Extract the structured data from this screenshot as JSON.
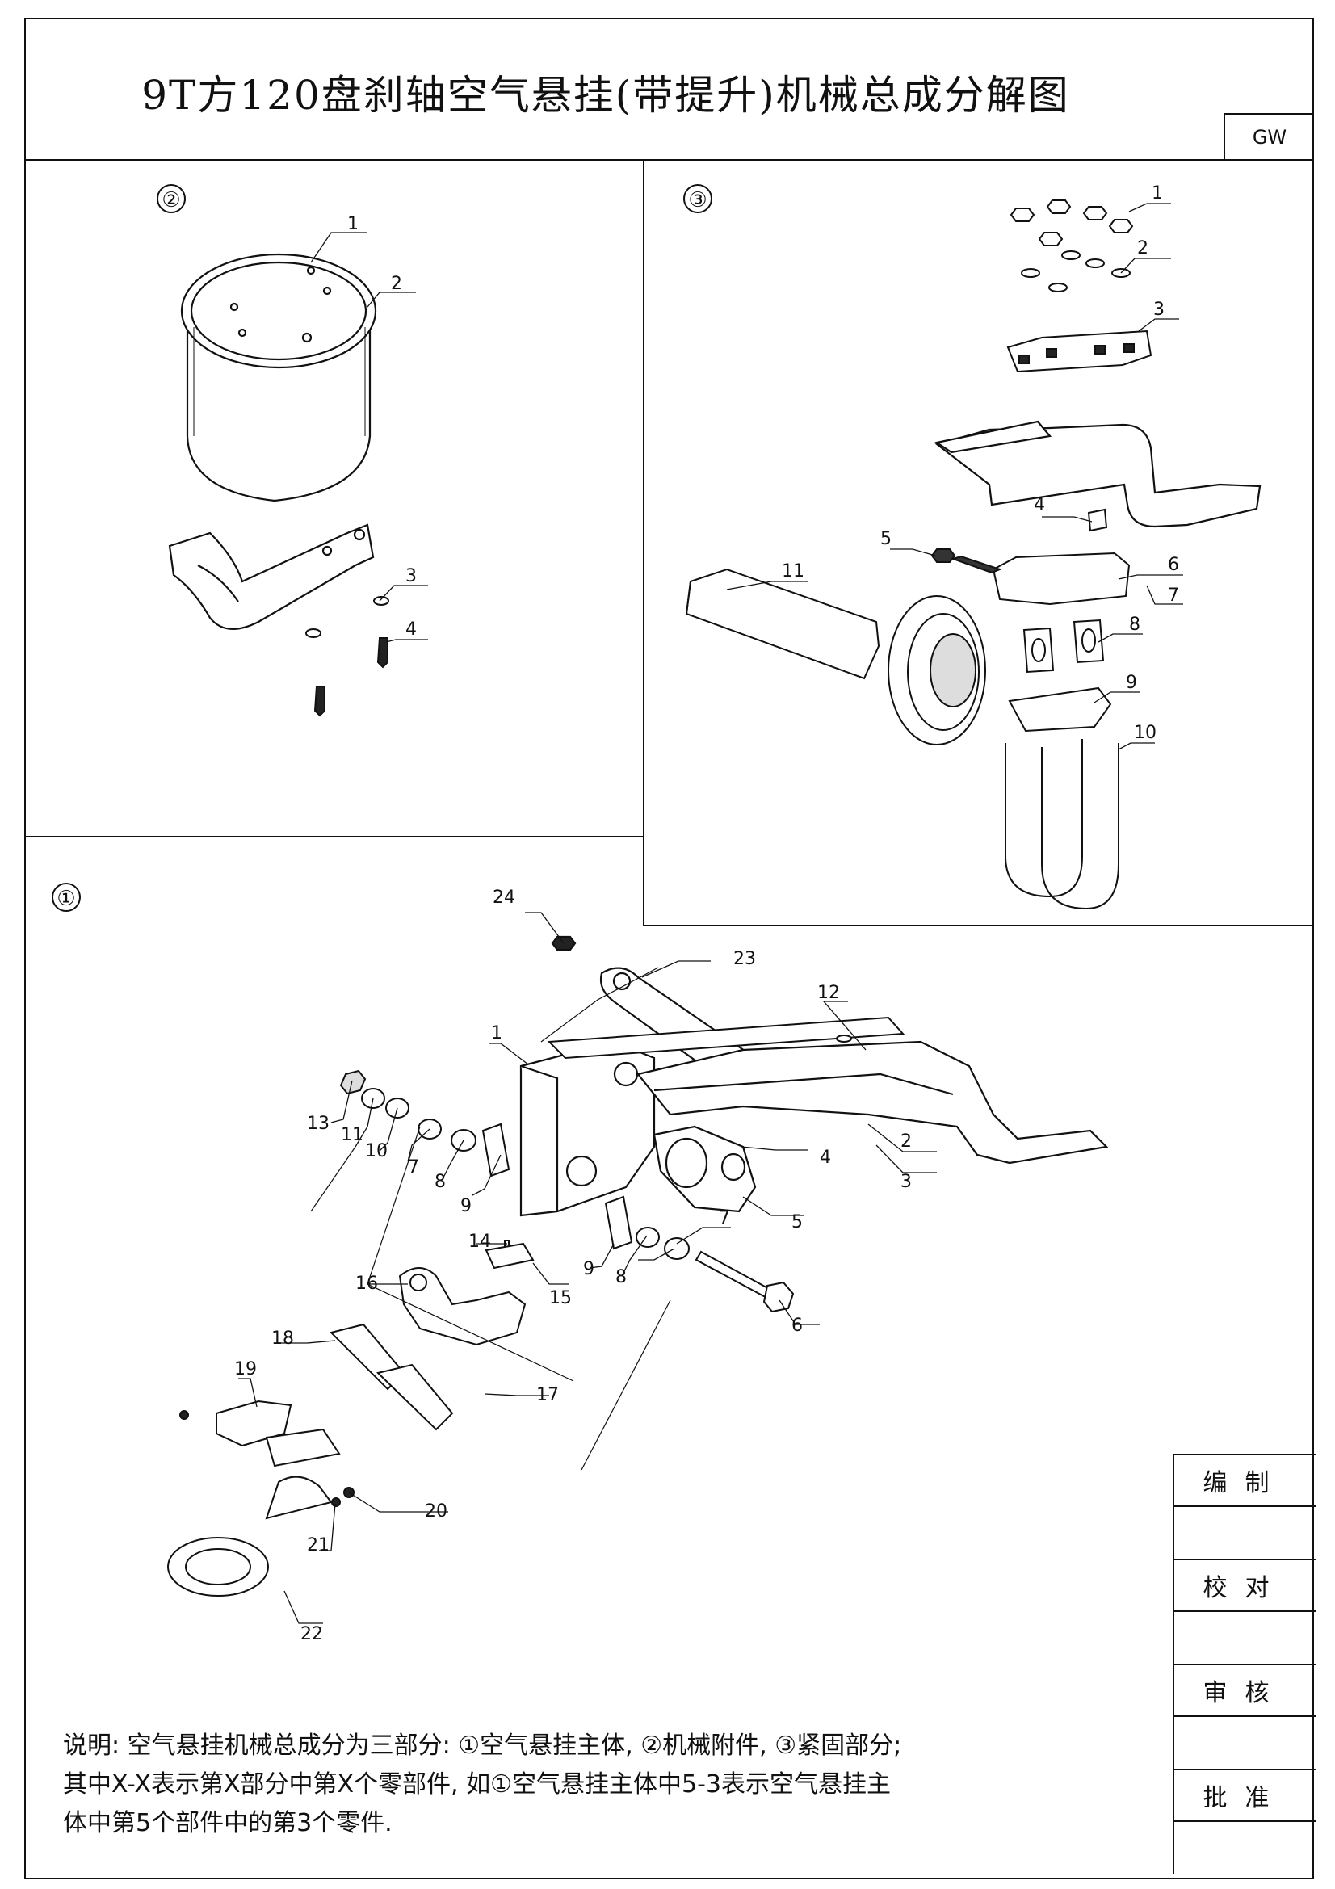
{
  "title": "9T方120盘刹轴空气悬挂(带提升)机械总成分解图",
  "code": "GW",
  "sections": {
    "s1": "①",
    "s2": "②",
    "s3": "③"
  },
  "section2_labels": [
    "1",
    "2",
    "3",
    "4"
  ],
  "section3_labels": [
    "1",
    "2",
    "3",
    "4",
    "5",
    "6",
    "7",
    "8",
    "9",
    "10",
    "11"
  ],
  "section1_labels": [
    "1",
    "2",
    "3",
    "4",
    "5",
    "6",
    "7",
    "7",
    "8",
    "8",
    "9",
    "9",
    "10",
    "11",
    "12",
    "13",
    "14",
    "15",
    "16",
    "17",
    "18",
    "19",
    "20",
    "21",
    "22",
    "23",
    "24"
  ],
  "notes": [
    "说明: 空气悬挂机械总成分为三部分: ①空气悬挂主体, ②机械附件, ③紧固部分;",
    "其中X-X表示第X部分中第X个零部件, 如①空气悬挂主体中5-3表示空气悬挂主",
    "体中第5个部件中的第3个零件."
  ],
  "signoff": {
    "compile": "编制",
    "check": "校对",
    "review": "审核",
    "approve": "批准"
  }
}
